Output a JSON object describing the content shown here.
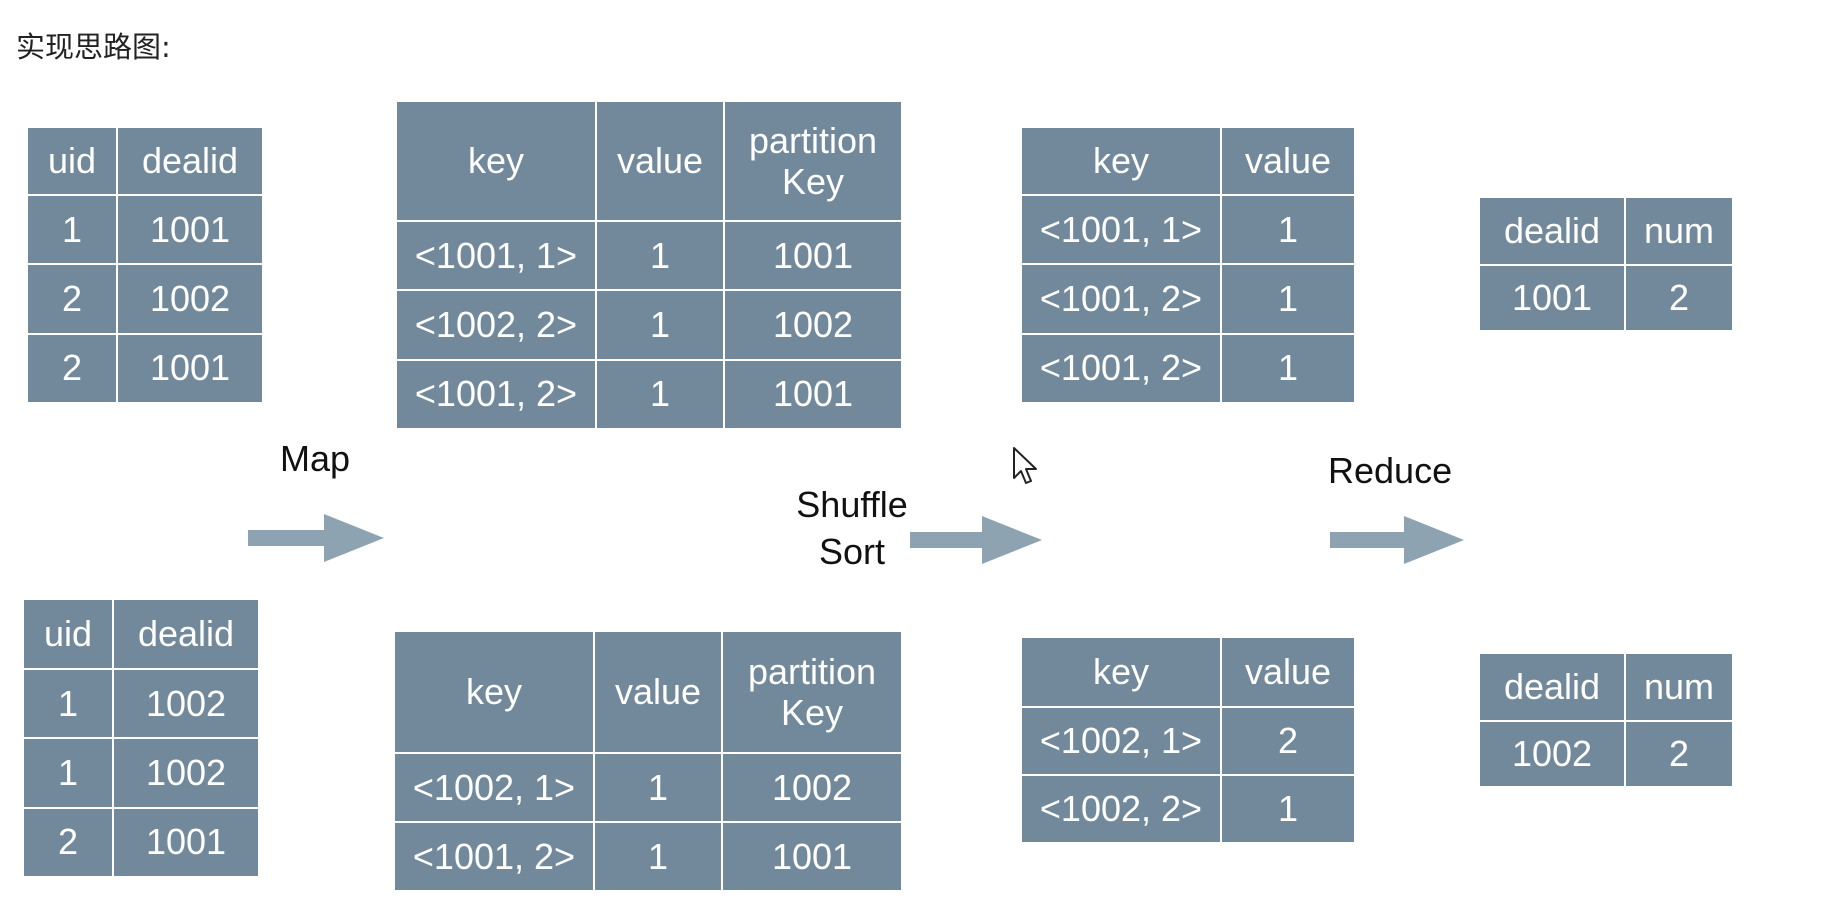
{
  "title": "实现思路图:",
  "colors": {
    "cell_fill": "#71899a",
    "cell_text": "#ffffff",
    "arrow": "#8ea3b1",
    "label_text": "#111111"
  },
  "labels": {
    "map": "Map",
    "shuffle_line1": "Shuffle",
    "shuffle_line2": "Sort",
    "reduce": "Reduce"
  },
  "icons": {
    "arrow": "right-arrow-icon",
    "cursor": "mouse-pointer-icon"
  },
  "tables": {
    "input_top": {
      "headers": [
        "uid",
        "dealid"
      ],
      "rows": [
        [
          "1",
          "1001"
        ],
        [
          "2",
          "1002"
        ],
        [
          "2",
          "1001"
        ]
      ]
    },
    "input_bottom": {
      "headers": [
        "uid",
        "dealid"
      ],
      "rows": [
        [
          "1",
          "1002"
        ],
        [
          "1",
          "1002"
        ],
        [
          "2",
          "1001"
        ]
      ]
    },
    "map_top": {
      "headers": [
        "key",
        "value",
        "partition Key"
      ],
      "rows": [
        [
          "<1001, 1>",
          "1",
          "1001"
        ],
        [
          "<1002, 2>",
          "1",
          "1002"
        ],
        [
          "<1001, 2>",
          "1",
          "1001"
        ]
      ]
    },
    "map_bottom": {
      "headers": [
        "key",
        "value",
        "partition Key"
      ],
      "rows": [
        [
          "<1002, 1>",
          "1",
          "1002"
        ],
        [
          "<1001, 2>",
          "1",
          "1001"
        ]
      ]
    },
    "shuffle_top": {
      "headers": [
        "key",
        "value"
      ],
      "rows": [
        [
          "<1001, 1>",
          "1"
        ],
        [
          "<1001, 2>",
          "1"
        ],
        [
          "<1001, 2>",
          "1"
        ]
      ]
    },
    "shuffle_bottom": {
      "headers": [
        "key",
        "value"
      ],
      "rows": [
        [
          "<1002, 1>",
          "2"
        ],
        [
          "<1002, 2>",
          "1"
        ]
      ]
    },
    "reduce_top": {
      "headers": [
        "dealid",
        "num"
      ],
      "rows": [
        [
          "1001",
          "2"
        ]
      ]
    },
    "reduce_bottom": {
      "headers": [
        "dealid",
        "num"
      ],
      "rows": [
        [
          "1002",
          "2"
        ]
      ]
    }
  }
}
